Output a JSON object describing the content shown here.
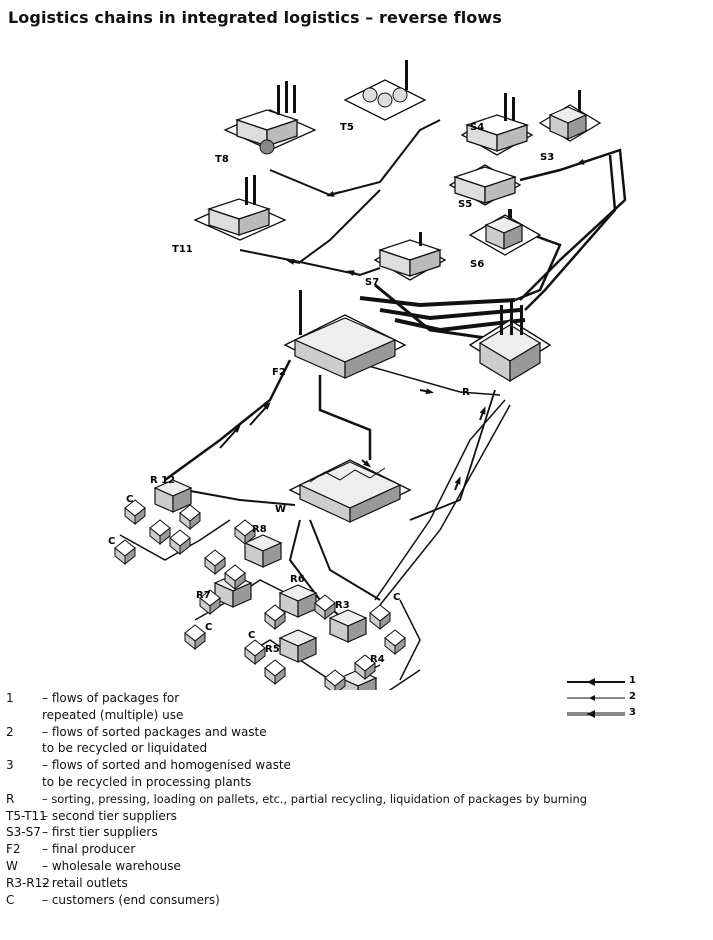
{
  "title": "Logistics chains in integrated logistics – reverse flows",
  "nodes": {
    "T8": "T8",
    "T5": "T5",
    "T11": "T11",
    "S4": "S4",
    "S3": "S3",
    "S5": "S5",
    "S6": "S6",
    "S7": "S7",
    "F2": "F2",
    "R": "R",
    "W": "W",
    "R12": "R 12",
    "R8": "R8",
    "R6": "R6",
    "R7": "R7",
    "R3": "R3",
    "R4": "R4",
    "R5": "R5",
    "C": "C"
  },
  "arrow_legend": [
    "1",
    "2",
    "3"
  ],
  "legend": [
    {
      "code": "1",
      "lines": [
        "– flows of packages for",
        "repeated (multiple) use"
      ]
    },
    {
      "code": "2",
      "lines": [
        "– flows of sorted packages and waste",
        "to be recycled or liquidated"
      ]
    },
    {
      "code": "3",
      "lines": [
        "– flows of sorted and homogenised waste",
        "to be recycled in processing plants"
      ]
    },
    {
      "code": "R",
      "lines": [
        "– sorting, pressing, loading on pallets, etc., partial recycling, liquidation of packages by burning"
      ]
    },
    {
      "code": "T5-T11",
      "lines": [
        "– second tier suppliers"
      ]
    },
    {
      "code": "S3-S7",
      "lines": [
        "– first tier suppliers"
      ]
    },
    {
      "code": "F2",
      "lines": [
        "– final producer"
      ]
    },
    {
      "code": "W",
      "lines": [
        "– wholesale warehouse"
      ]
    },
    {
      "code": "R3-R12",
      "lines": [
        "– retail outlets"
      ]
    },
    {
      "code": "C",
      "lines": [
        "– customers (end consumers)"
      ]
    }
  ]
}
